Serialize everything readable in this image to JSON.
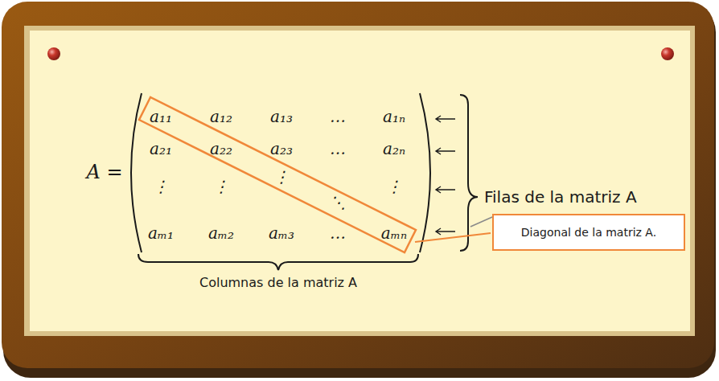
{
  "diagram": {
    "nodes": [
      {
        "text": [
          "Diagonal de la matriz A."
        ]
      }
    ],
    "labels": [
      "A =",
      "a₁₁",
      "a₁₂",
      "a₁₃",
      "…",
      "a₁ₙ",
      "a₂₁",
      "a₂₂",
      "a₂₃",
      "…",
      "a₂ₙ",
      "⋮",
      "⋮",
      "⋮",
      "⋱",
      "⋮",
      "aₘ₁",
      "aₘ₂",
      "aₘ₃",
      "…",
      "aₘₙ",
      "Filas de la matriz A",
      "Columnas de la matriz A"
    ]
  }
}
